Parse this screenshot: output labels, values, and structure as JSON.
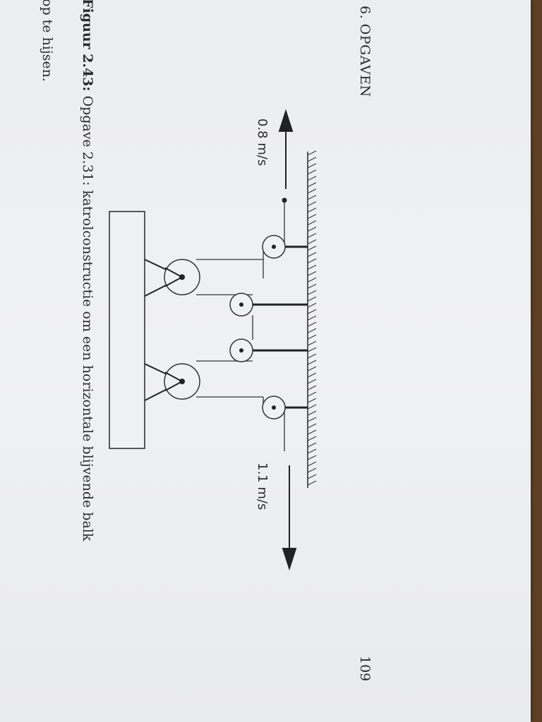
{
  "header": {
    "chapter": "6.  OPGAVEN",
    "page_number": "109"
  },
  "figure": {
    "left_speed": "0.8 m/s",
    "right_speed": "1.1 m/s"
  },
  "caption": {
    "label": "Figuur 2.43:",
    "text": " Opgave 2.31: katrolconstructie om een horizontale blijvende balk",
    "line2": "op te hijsen."
  }
}
